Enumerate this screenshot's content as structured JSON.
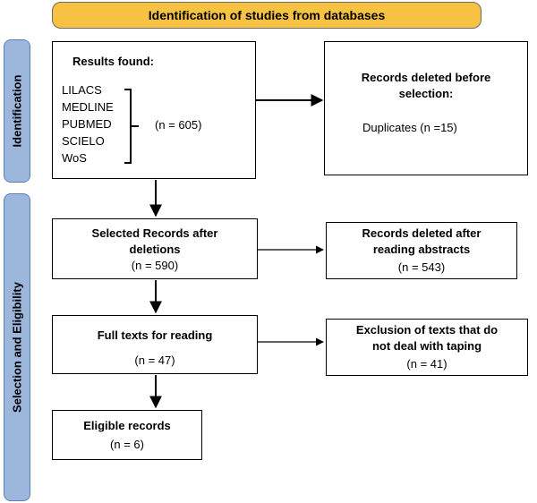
{
  "header": {
    "title": "Identification of studies from databases"
  },
  "sidebar": {
    "identification": "Identification",
    "selection": "Selection and Eligibility"
  },
  "results": {
    "title": "Results found:",
    "databases": [
      "LILACS",
      "MEDLINE",
      "PUBMED",
      "SCIELO",
      "WoS"
    ],
    "count": "(n = 605)"
  },
  "deleted_before": {
    "title_line1": "Records deleted before",
    "title_line2": "selection:",
    "detail": "Duplicates  (n =15)"
  },
  "selected": {
    "title_line1": "Selected Records after",
    "title_line2": "deletions",
    "count": "(n = 590)"
  },
  "deleted_after": {
    "title_line1": "Records deleted after",
    "title_line2": "reading abstracts",
    "count": "(n =  543)"
  },
  "fulltext": {
    "title": "Full texts for reading",
    "count": "(n =  47)"
  },
  "exclusion": {
    "title_line1": "Exclusion of texts that do",
    "title_line2": "not deal with taping",
    "count": "(n = 41)"
  },
  "eligible": {
    "title": "Eligible records",
    "count": "(n =  6)"
  }
}
